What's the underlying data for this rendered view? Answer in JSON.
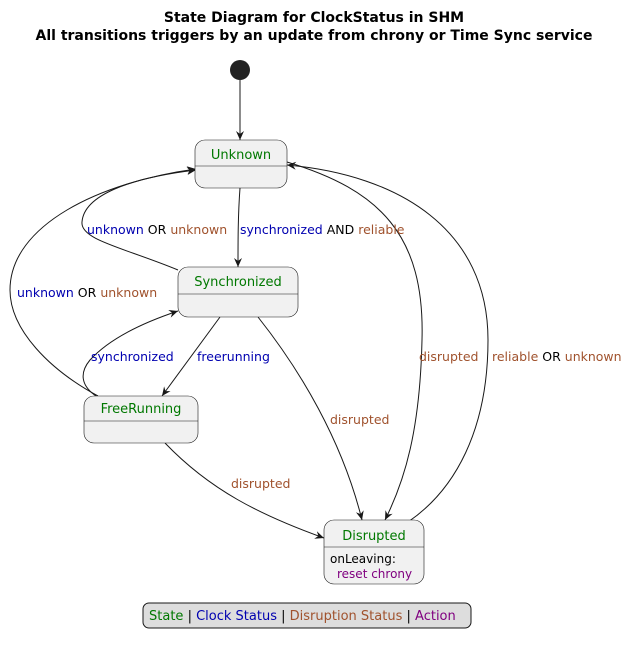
{
  "title": {
    "line1": "State Diagram for ClockStatus in SHM",
    "line2": "All transitions triggers by an update from chrony or Time Sync service"
  },
  "colors": {
    "state": "#007800",
    "clock_status": "#0000b0",
    "disruption_status": "#a0522d",
    "action": "#800080",
    "operator": "#000000"
  },
  "states": {
    "unknown": {
      "name": "Unknown"
    },
    "synchronized": {
      "name": "Synchronized"
    },
    "freerunning": {
      "name": "FreeRunning"
    },
    "disrupted": {
      "name": "Disrupted",
      "entry_label": "onLeaving:",
      "action": "reset chrony"
    }
  },
  "transitions": {
    "unknown_to_synchronized": {
      "a": "synchronized",
      "op": "AND",
      "b": "reliable"
    },
    "synchronized_to_unknown": {
      "a": "unknown",
      "op": "OR",
      "b": "unknown"
    },
    "freerunning_to_unknown": {
      "a": "unknown",
      "op": "OR",
      "b": "unknown"
    },
    "freerunning_to_synchronized": {
      "a": "synchronized"
    },
    "synchronized_to_freerunning": {
      "a": "freerunning"
    },
    "synchronized_to_disrupted": {
      "a": "disrupted"
    },
    "freerunning_to_disrupted": {
      "a": "disrupted"
    },
    "unknown_to_disrupted": {
      "a": "disrupted"
    },
    "disrupted_to_unknown": {
      "a": "reliable",
      "op": "OR",
      "b": "unknown"
    }
  },
  "legend": {
    "state": "State",
    "sep": "|",
    "clock_status": "Clock Status",
    "disruption_status": "Disruption Status",
    "action": "Action"
  }
}
